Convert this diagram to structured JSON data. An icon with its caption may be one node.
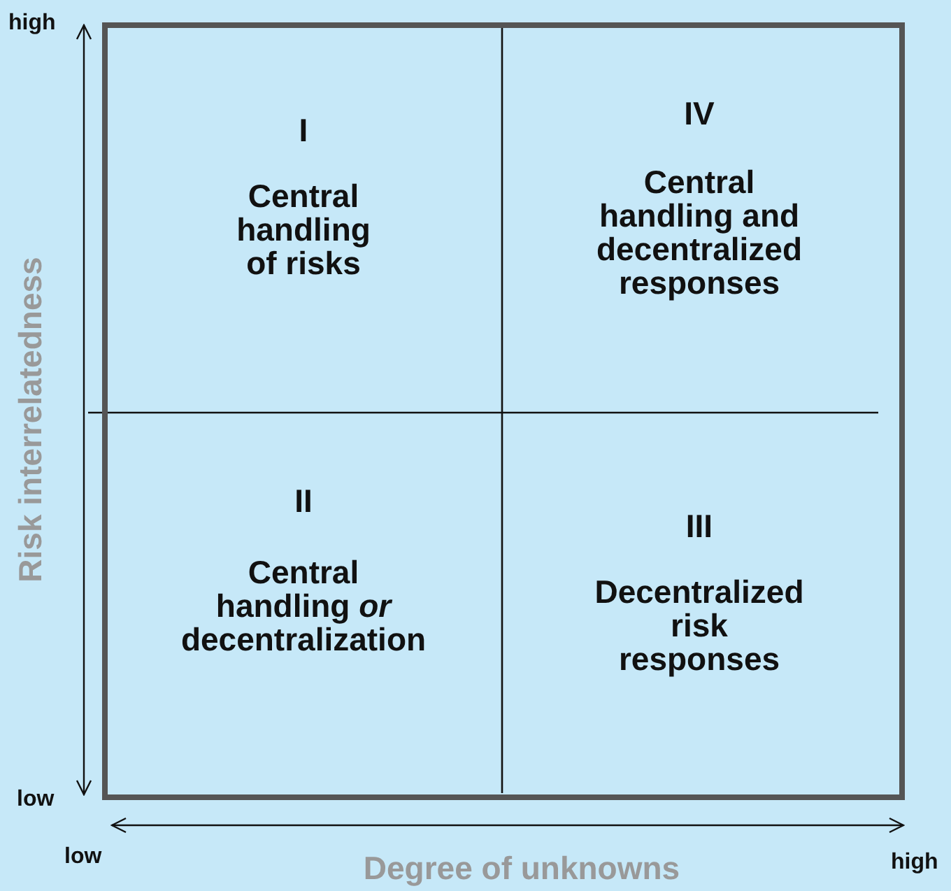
{
  "diagram": {
    "nodes": [
      {
        "text": [
          "I",
          "Central handling of risks"
        ]
      },
      {
        "text": [
          "IV",
          "Central handling and decentralized responses"
        ]
      },
      {
        "text": [
          "II",
          "Central handling *or* decentralization"
        ]
      },
      {
        "text": [
          "III",
          "Decentralized risk responses"
        ]
      }
    ],
    "labels": [
      "high",
      "Risk interrelatedness",
      "low",
      "low",
      "Degree of unknowns",
      "high"
    ]
  }
}
